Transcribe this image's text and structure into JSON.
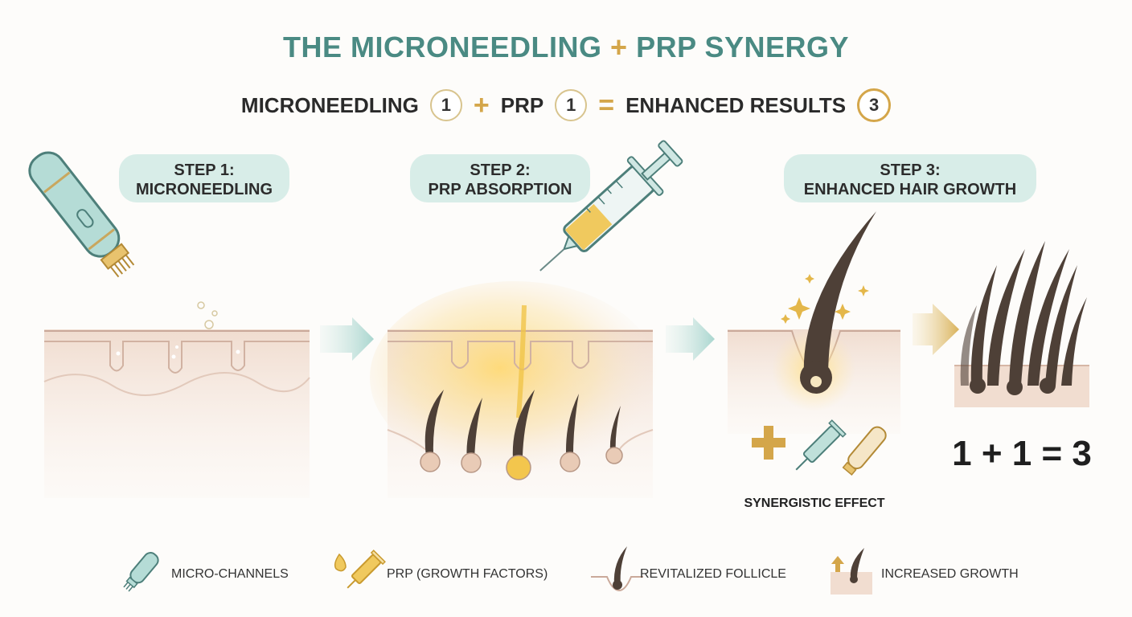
{
  "title": {
    "part1": "THE MICRONEEDLING",
    "plus": "+",
    "part2": "PRP SYNERGY"
  },
  "equation": {
    "term1": "MICRONEEDLING",
    "n1": "1",
    "op1": "+",
    "term2": "PRP",
    "n2": "1",
    "op2": "=",
    "term3": "ENHANCED RESULTS",
    "n3": "3"
  },
  "steps": [
    {
      "line1": "STEP 1:",
      "line2": "MICRONEEDLING"
    },
    {
      "line1": "STEP 2:",
      "line2": "PRP ABSORPTION"
    },
    {
      "line1": "STEP 3:",
      "line2": "ENHANCED HAIR GROWTH"
    }
  ],
  "synergy_label": "SYNERGISTIC EFFECT",
  "formula": "1 + 1 = 3",
  "legend": [
    {
      "icon": "microneedling-pen-icon",
      "label": "MICRO-CHANNELS"
    },
    {
      "icon": "prp-syringe-icon",
      "label": "PRP (GROWTH FACTORS)"
    },
    {
      "icon": "follicle-icon",
      "label": "REVITALIZED FOLLICLE"
    },
    {
      "icon": "growth-arrow-icon",
      "label": "INCREASED GROWTH"
    }
  ],
  "colors": {
    "teal": "#4a8a83",
    "gold": "#d4a64a",
    "pill": "#d8ede8",
    "skin": "#f1ddd0",
    "hair": "#4e4037"
  }
}
